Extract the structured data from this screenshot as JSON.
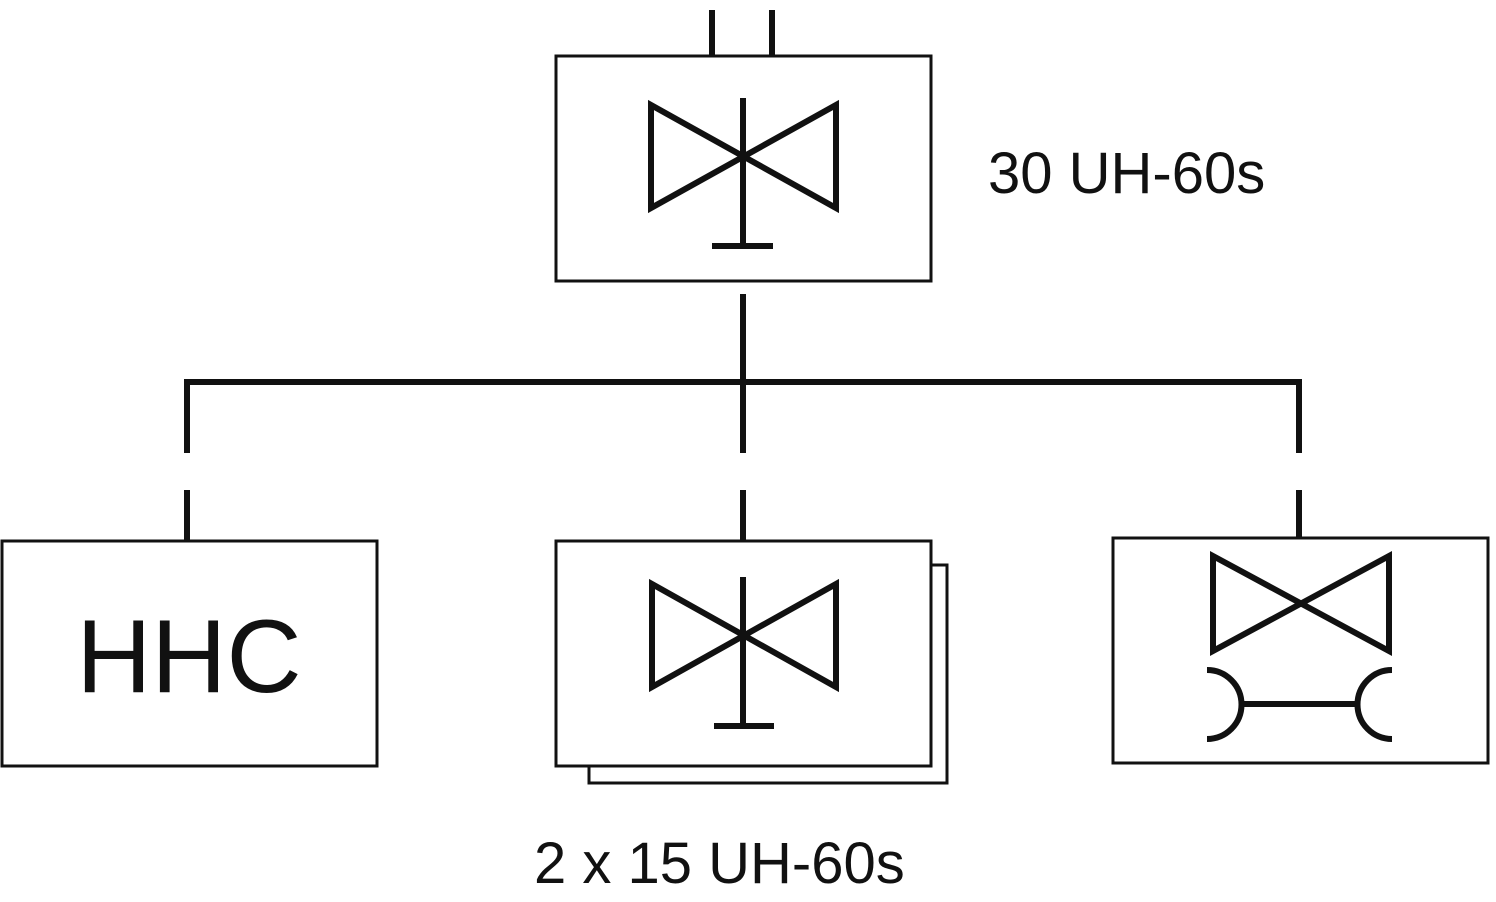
{
  "diagram": {
    "nodes": {
      "battalion": {
        "symbol": "aviation-helicopter-icon",
        "caption": "30 UH-60s"
      },
      "hhc": {
        "text": "HHC"
      },
      "companies": {
        "symbol": "aviation-helicopter-icon",
        "caption": "2 x 15 UH-60s",
        "stacked": true
      },
      "maintenance": {
        "symbol": "aviation-maintenance-icon"
      }
    },
    "colors": {
      "line": "#111111",
      "background": "#ffffff"
    }
  }
}
